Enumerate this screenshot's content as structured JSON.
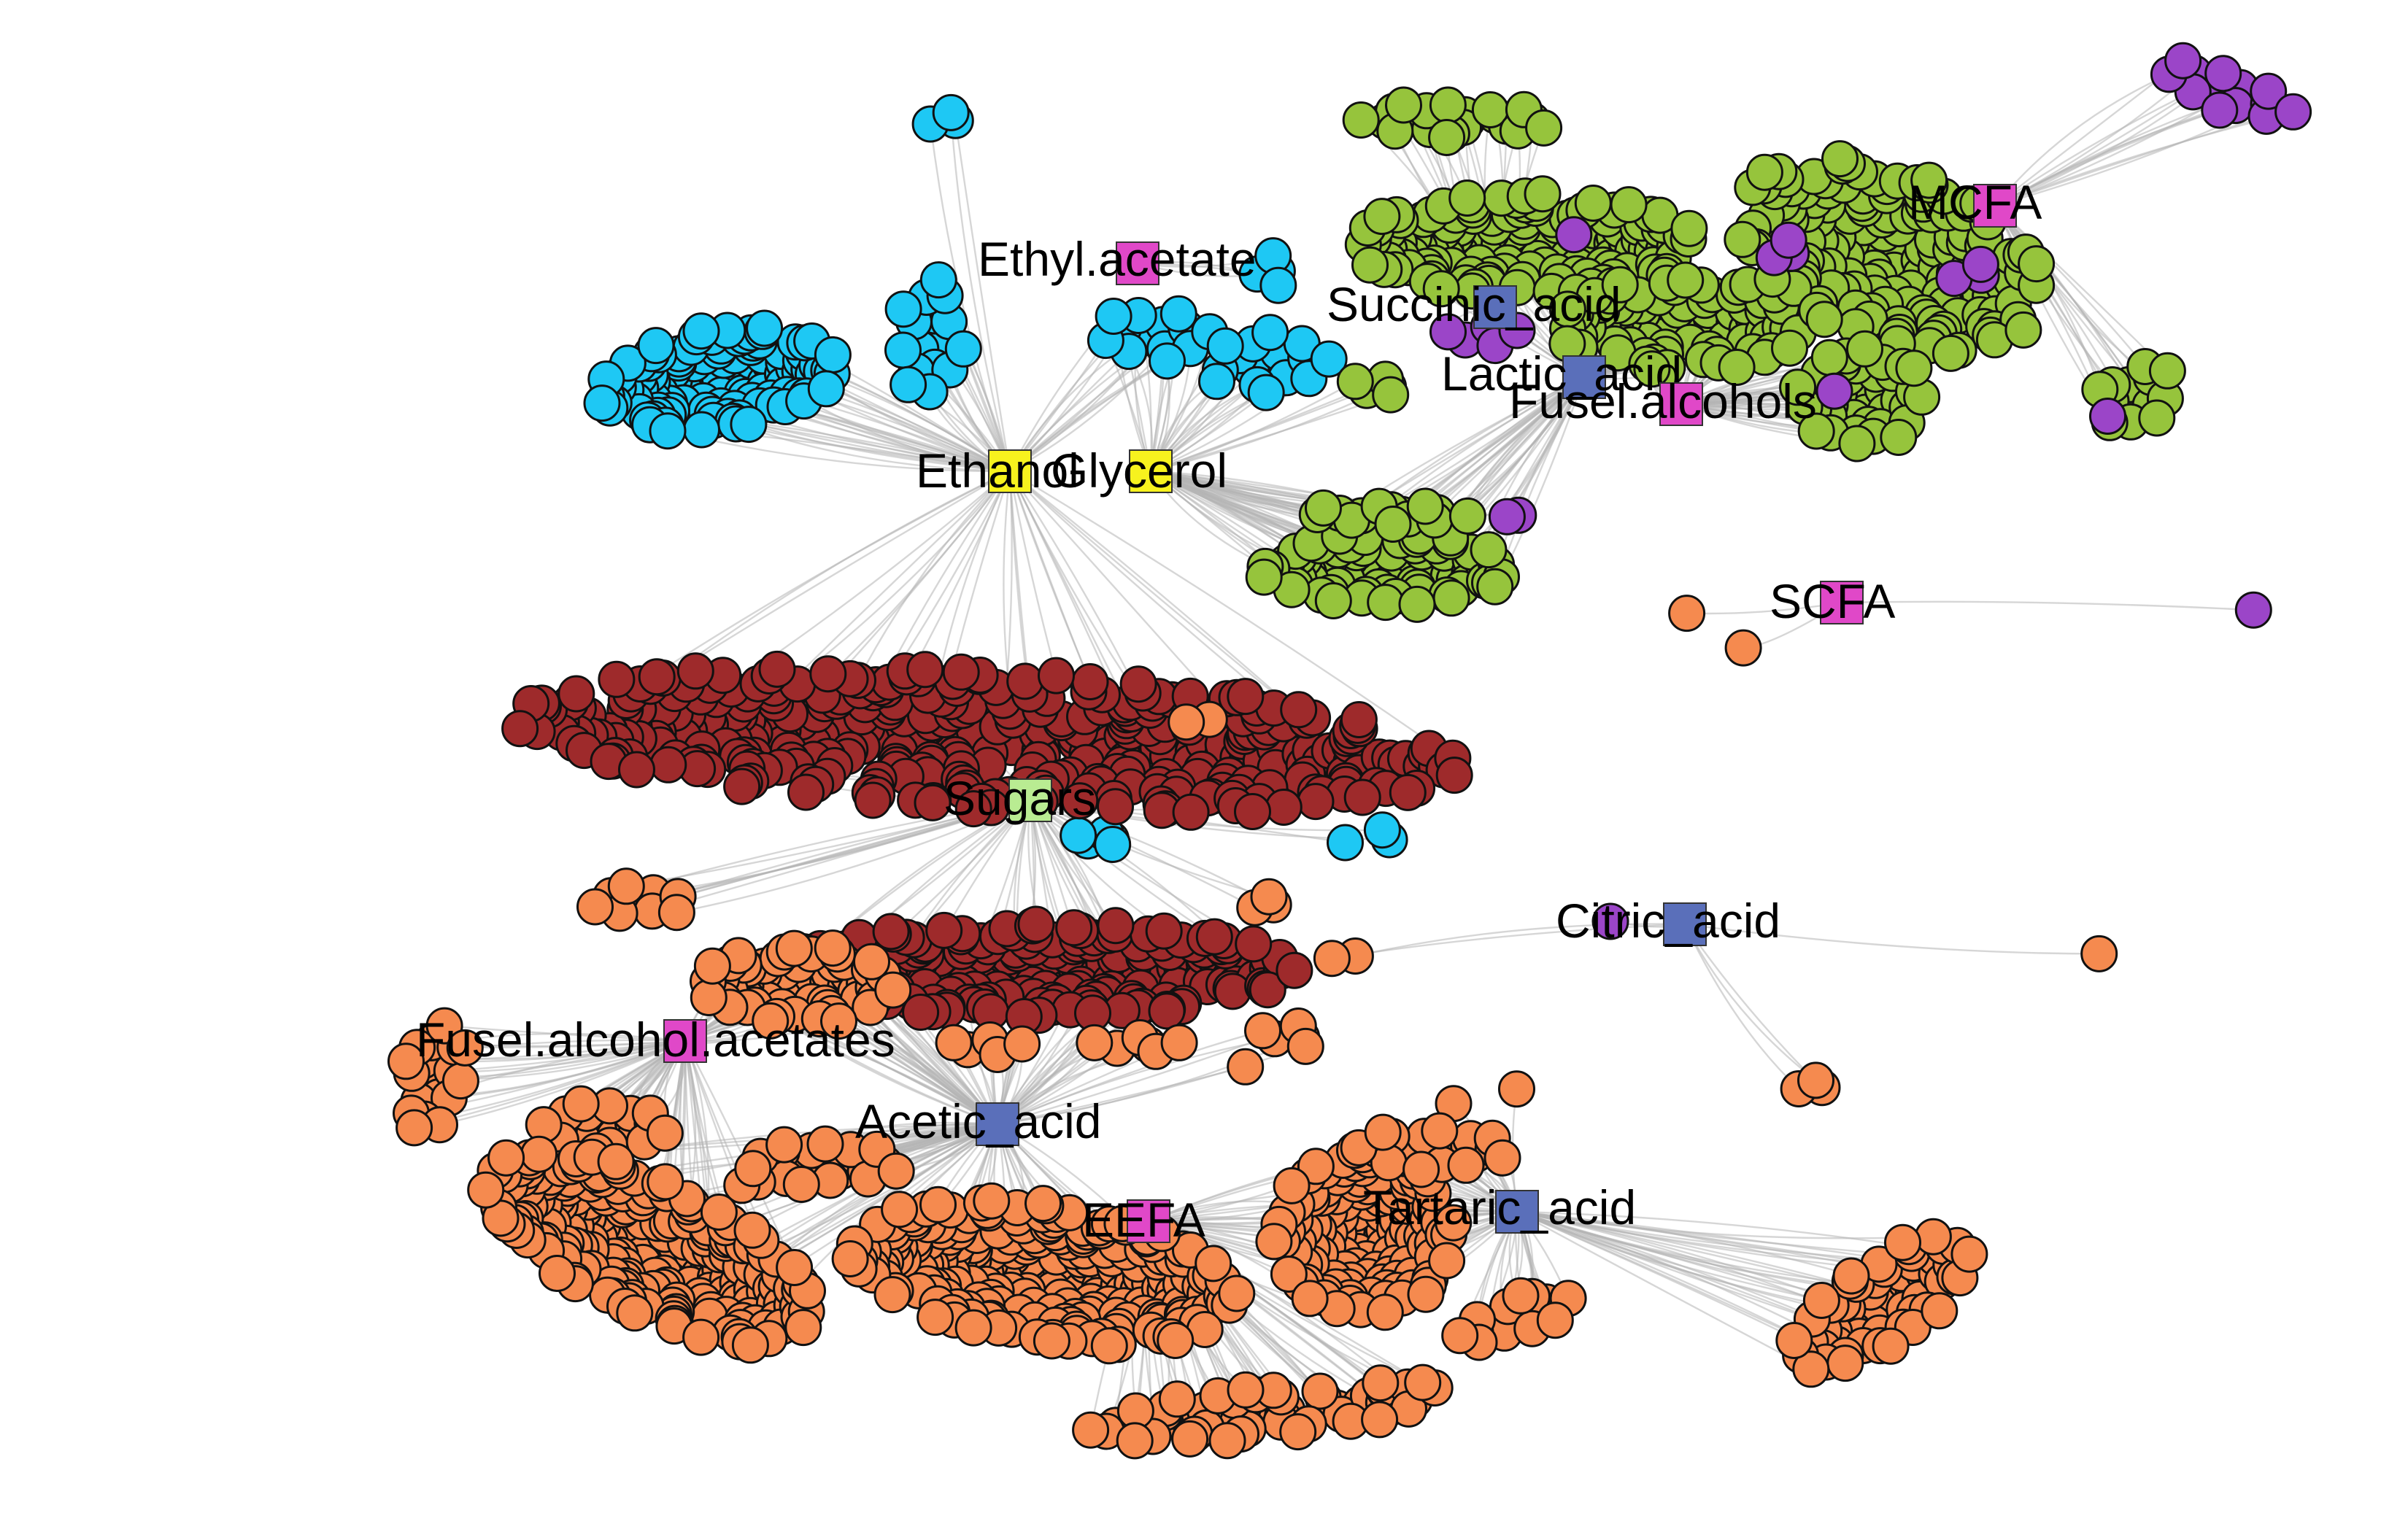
{
  "colors": {
    "edge": "#b4b4b4",
    "node_outline": "#111111",
    "member_groups": {
      "blue": "#1ec8f4",
      "green": "#96c43c",
      "purple": "#9b45c8",
      "dark_red": "#9e2a2b",
      "orange": "#f58a4f"
    },
    "hub_types": {
      "magenta": "#e048c8",
      "slate_blue": "#5a6fba",
      "yellow": "#f7f21e",
      "light_green": "#b9ec92"
    }
  },
  "hubs": [
    {
      "id": "ethyl_acetate",
      "label": "Ethyl.acetate",
      "color": "#e048c8"
    },
    {
      "id": "mcfa",
      "label": "MCFA",
      "color": "#e048c8"
    },
    {
      "id": "succinic_acid",
      "label": "Succinic_acid",
      "color": "#5a6fba"
    },
    {
      "id": "lactic_acid",
      "label": "Lactic_acid",
      "color": "#5a6fba"
    },
    {
      "id": "fusel_alcohols",
      "label": "Fusel.alcohols",
      "color": "#e048c8"
    },
    {
      "id": "ethanol",
      "label": "Ethanol",
      "color": "#f7f21e"
    },
    {
      "id": "glycerol",
      "label": "Glycerol",
      "color": "#f7f21e"
    },
    {
      "id": "scfa",
      "label": "SCFA",
      "color": "#e048c8"
    },
    {
      "id": "sugars",
      "label": "Sugars",
      "color": "#b9ec92"
    },
    {
      "id": "citric_acid",
      "label": "Citric_acid",
      "color": "#5a6fba"
    },
    {
      "id": "fusel_alcohol_acetates",
      "label": "Fusel.alcohol.acetates",
      "color": "#e048c8"
    },
    {
      "id": "acetic_acid",
      "label": "Acetic_acid",
      "color": "#5a6fba"
    },
    {
      "id": "eefa",
      "label": "EEFA",
      "color": "#e048c8"
    },
    {
      "id": "tartaric_acid",
      "label": "Tartaric_acid",
      "color": "#5a6fba"
    }
  ]
}
